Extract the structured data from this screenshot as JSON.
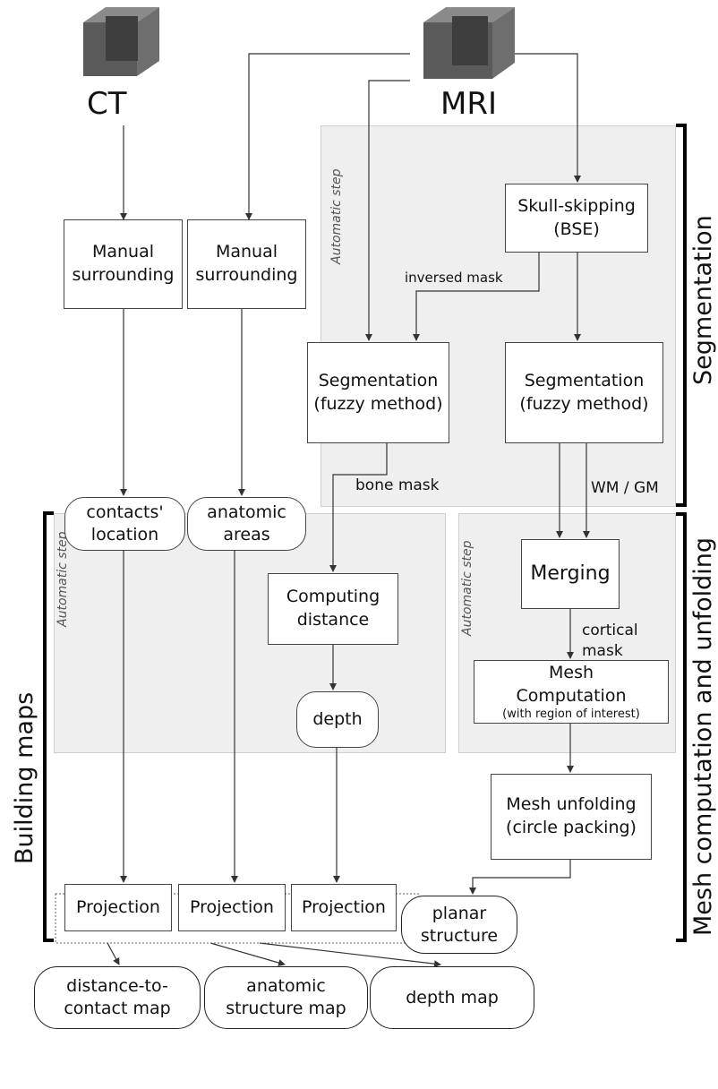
{
  "modalities": {
    "ct": "CT",
    "mri": "MRI"
  },
  "sections": {
    "segmentation": "Segmentation",
    "mesh": "Mesh computation and unfolding",
    "building": "Building maps"
  },
  "auto_step": "Automatic step",
  "nodes": {
    "manual1": "Manual\nsurrounding",
    "manual2": "Manual\nsurrounding",
    "skull": "Skull-skipping\n(BSE)",
    "seg1": "Segmentation\n(fuzzy method)",
    "seg2": "Segmentation\n(fuzzy method)",
    "contacts": "contacts'\nlocation",
    "anatomic": "anatomic\nareas",
    "computing": "Computing\ndistance",
    "depth": "depth",
    "merging": "Merging",
    "mesh_title": "Mesh\nComputation",
    "mesh_sub": "(with region of interest)",
    "unfold": "Mesh unfolding\n(circle packing)",
    "proj1": "Projection",
    "proj2": "Projection",
    "proj3": "Projection",
    "planar": "planar\nstructure",
    "out1": "distance-to-\ncontact map",
    "out2": "anatomic\nstructure map",
    "out3": "depth map"
  },
  "edge_labels": {
    "inversed": "inversed mask",
    "bone": "bone mask",
    "wmgm": "WM / GM",
    "cortical": "cortical\nmask"
  }
}
